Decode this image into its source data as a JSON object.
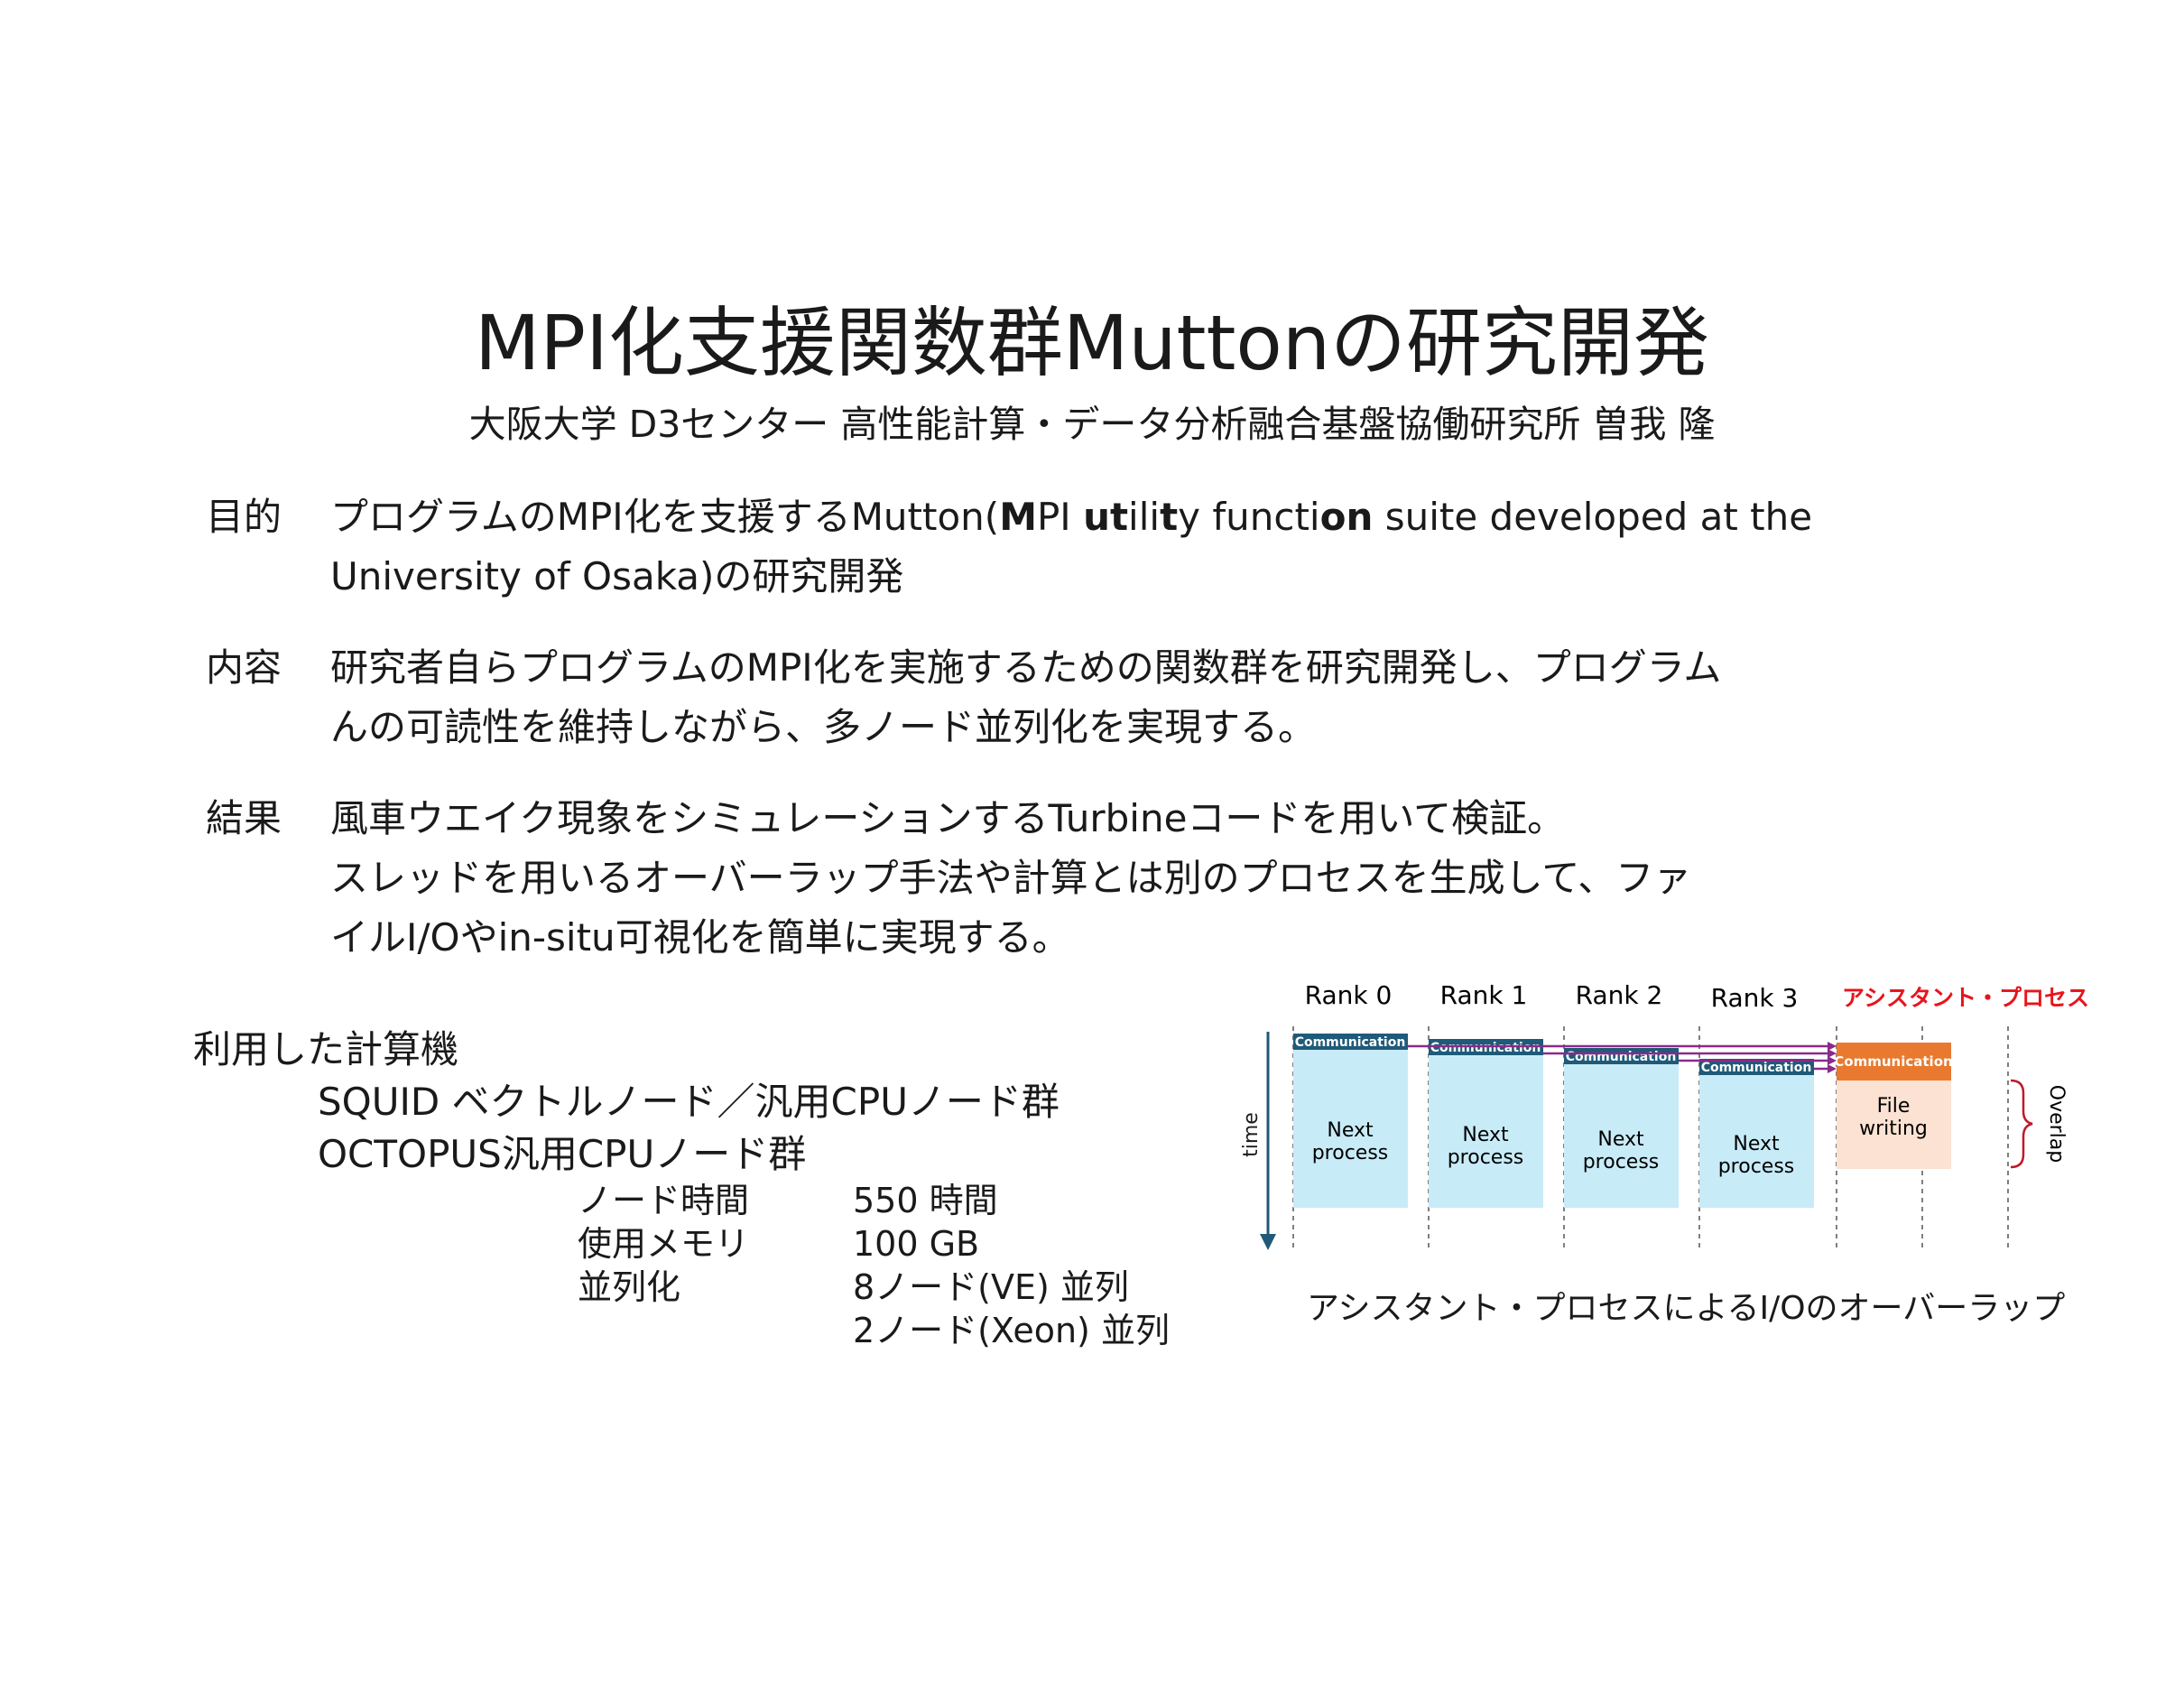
{
  "title": "MPI化支援関数群Muttonの研究開発",
  "subtitle": "大阪大学 D3センター 高性能計算・データ分析融合基盤協働研究所 曽我 隆",
  "sections": {
    "purpose": {
      "label": "目的",
      "line1_pre": "プログラムのMPI化を支援するMutton(",
      "line1_b1": "M",
      "line1_t1": "PI ",
      "line1_b2": "ut",
      "line1_t2": "ili",
      "line1_b3": "t",
      "line1_t3": "y functi",
      "line1_b4": "on",
      "line1_t4": " suite developed at the",
      "line2": "University of Osaka)の研究開発"
    },
    "content": {
      "label": "内容",
      "line1": "研究者自らプログラムのMPI化を実施するための関数群を研究開発し、プログラム",
      "line2": "んの可読性を維持しながら、多ノード並列化を実現する。"
    },
    "result": {
      "label": "結果",
      "line1": "風車ウエイク現象をシミュレーションするTurbineコードを用いて検証。",
      "line2": "スレッドを用いるオーバーラップ手法や計算とは別のプロセスを生成して、ファ",
      "line3": "イルI/Oやin-situ可視化を簡単に実現する。"
    }
  },
  "machines": {
    "heading": "利用した計算機",
    "item1": "SQUID ベクトルノード／汎用CPUノード群",
    "item2": "OCTOPUS汎用CPUノード群",
    "specs": [
      {
        "key": "ノード時間",
        "value": "550 時間"
      },
      {
        "key": "使用メモリ",
        "value": "100 GB"
      },
      {
        "key": "並列化",
        "value": "8ノード(VE) 並列"
      },
      {
        "key": "",
        "value": "2ノード(Xeon) 並列"
      }
    ]
  },
  "diagram": {
    "ranks": [
      "Rank 0",
      "Rank 1",
      "Rank 2",
      "Rank 3"
    ],
    "assistant_label": "アシスタント・プロセス",
    "comm_label": "Communication",
    "next_label_1": "Next",
    "next_label_2": "process",
    "file_label_1": "File",
    "file_label_2": "writing",
    "time_label": "time",
    "overlap_label": "Overlap",
    "caption": "アシスタント・プロセスによるI/Oのオーバーラップ",
    "colors": {
      "comm_bar": "#1f5a78",
      "process_fill": "#c8ebf8",
      "assistant_comm": "#e8792e",
      "assistant_fill": "#fbe2d2",
      "arrow": "#8a2a8a",
      "assistant_text": "#e8141c",
      "axis": "#1f5a78",
      "brace": "#c0182a"
    }
  }
}
